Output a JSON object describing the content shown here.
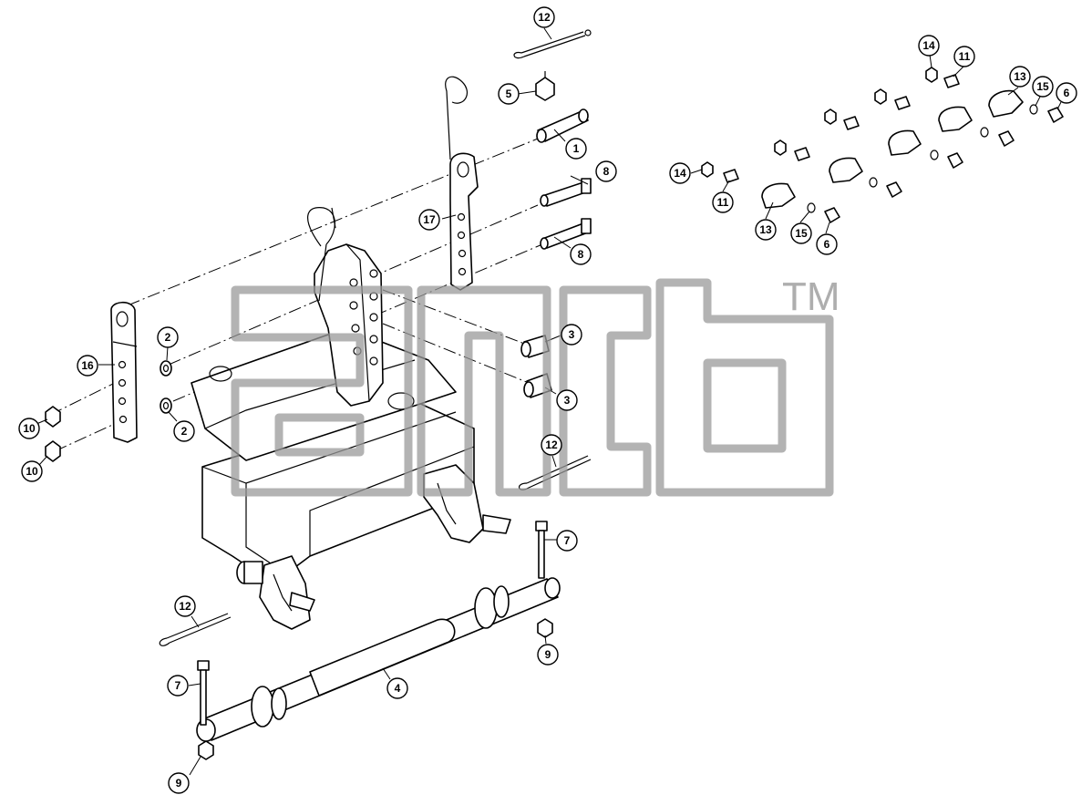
{
  "callouts": [
    {
      "id": "c12a",
      "label": "12"
    },
    {
      "id": "c5",
      "label": "5"
    },
    {
      "id": "c1",
      "label": "1"
    },
    {
      "id": "c8a",
      "label": "8"
    },
    {
      "id": "c8b",
      "label": "8"
    },
    {
      "id": "c17",
      "label": "17"
    },
    {
      "id": "c3a",
      "label": "3"
    },
    {
      "id": "c3b",
      "label": "3"
    },
    {
      "id": "c16",
      "label": "16"
    },
    {
      "id": "c2a",
      "label": "2"
    },
    {
      "id": "c2b",
      "label": "2"
    },
    {
      "id": "c10a",
      "label": "10"
    },
    {
      "id": "c10b",
      "label": "10"
    },
    {
      "id": "c12b",
      "label": "12"
    },
    {
      "id": "c12c",
      "label": "12"
    },
    {
      "id": "c7a",
      "label": "7"
    },
    {
      "id": "c7b",
      "label": "7"
    },
    {
      "id": "c4",
      "label": "4"
    },
    {
      "id": "c9a",
      "label": "9"
    },
    {
      "id": "c9b",
      "label": "9"
    },
    {
      "id": "c14a",
      "label": "14"
    },
    {
      "id": "c11a",
      "label": "11"
    },
    {
      "id": "c14b",
      "label": "14"
    },
    {
      "id": "c11b",
      "label": "11"
    },
    {
      "id": "c13a",
      "label": "13"
    },
    {
      "id": "c15a",
      "label": "15"
    },
    {
      "id": "c6a",
      "label": "6"
    },
    {
      "id": "c13b",
      "label": "13"
    },
    {
      "id": "c15b",
      "label": "15"
    },
    {
      "id": "c6b",
      "label": "6"
    }
  ],
  "watermark": {
    "trademark": "TM"
  }
}
